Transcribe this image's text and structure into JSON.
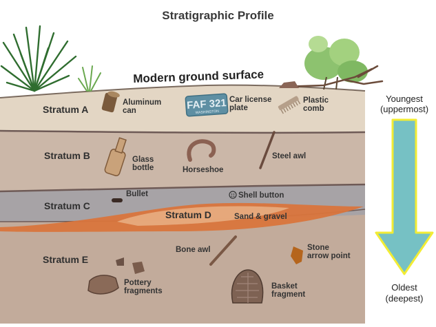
{
  "title": "Stratigraphic Profile",
  "surface_label": "Modern ground surface",
  "strata": {
    "a": "Stratum A",
    "b": "Stratum B",
    "c": "Stratum C",
    "d": "Stratum D",
    "e": "Stratum E"
  },
  "artifacts": {
    "aluminum_can": "Aluminum can",
    "car_license_plate": "Car license plate",
    "plastic_comb": "Plastic comb",
    "license_plate_text": "FAF 321",
    "license_plate_state": "WASHINGTON",
    "glass_bottle": "Glass bottle",
    "horseshoe": "Horseshoe",
    "steel_awl": "Steel awl",
    "bullet": "Bullet",
    "shell_button": "Shell button",
    "sand_gravel": "Sand & gravel",
    "bone_awl": "Bone awl",
    "stone_arrow_point": "Stone arrow point",
    "pottery_fragments": "Pottery fragments",
    "basket_fragment": "Basket fragment"
  },
  "axis": {
    "top": "Youngest",
    "top_sub": "(uppermost)",
    "bottom": "Oldest",
    "bottom_sub": "(deepest)"
  },
  "colors": {
    "stratum_a": "#e3d6c4",
    "stratum_b": "#cbb7a8",
    "stratum_c": "#a7a3a6",
    "stratum_d": "#d9753c",
    "stratum_e": "#c2ab9b",
    "arrow_fill": "#76c1c4",
    "arrow_outline": "#f2ec34"
  }
}
